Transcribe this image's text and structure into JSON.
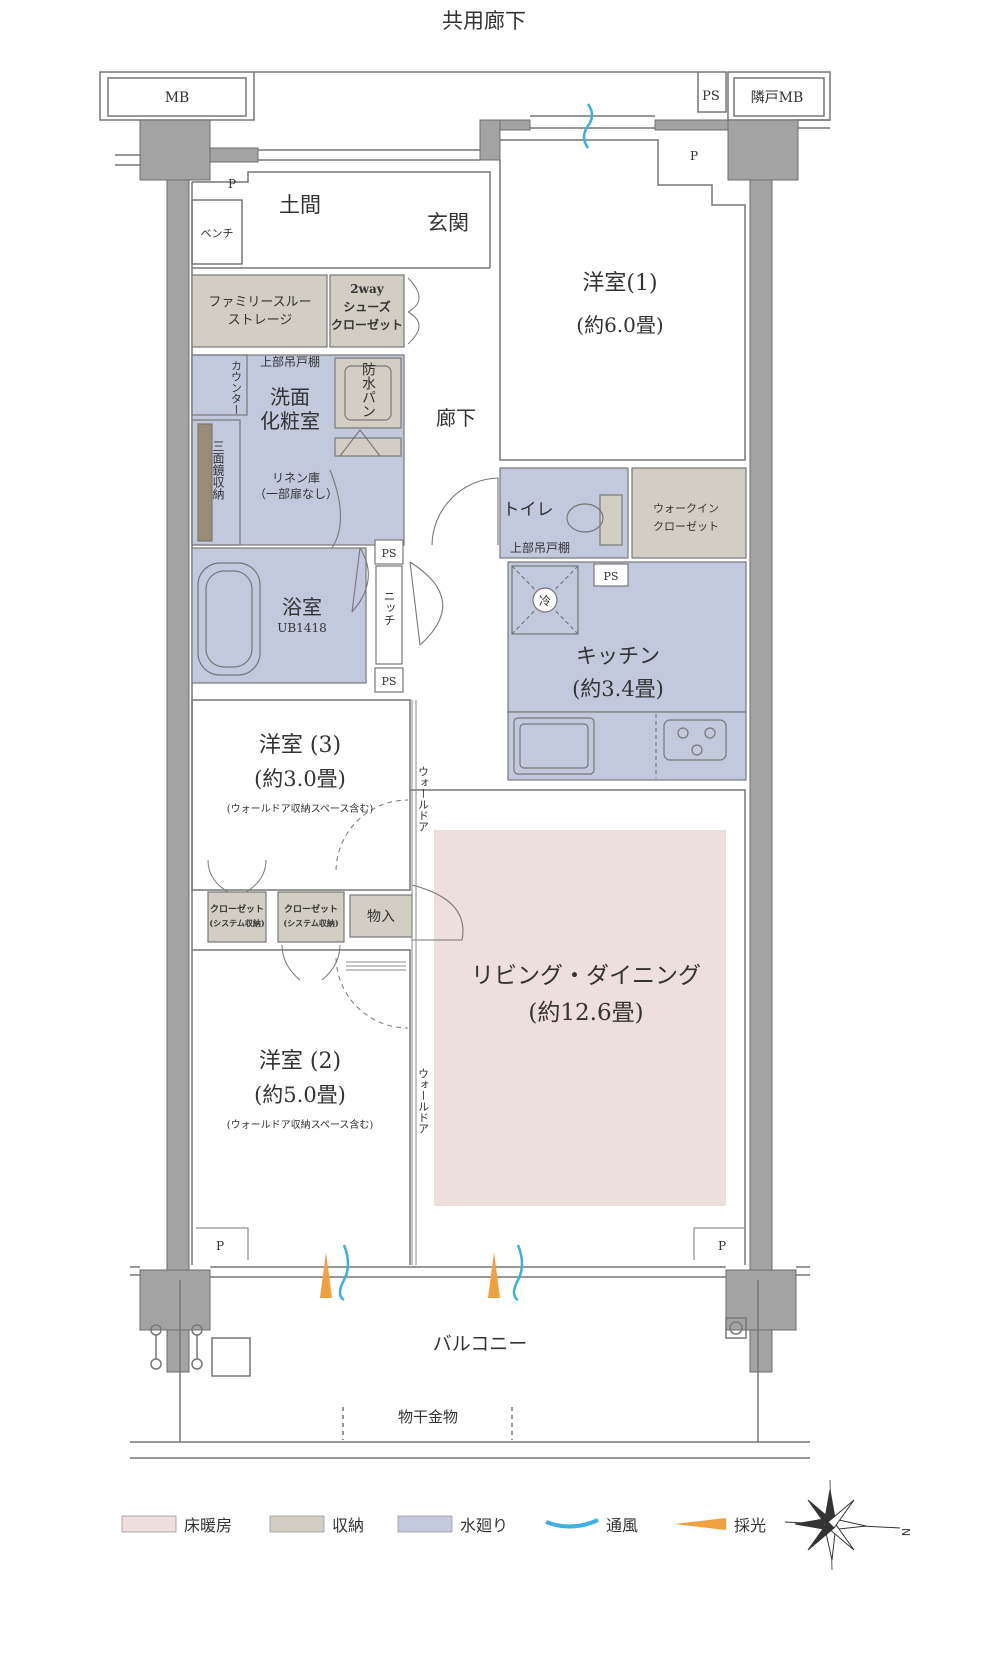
{
  "header": {
    "corridor": "共用廊下"
  },
  "fixtures": {
    "mb": "MB",
    "ps": "PS",
    "neighbor_mb": "隣戸MB",
    "p": "P",
    "cold": "冷"
  },
  "rooms": {
    "doma": "土間",
    "genkan": "玄関",
    "bench": "ベンチ",
    "family_storage_1": "ファミリースルー",
    "family_storage_2": "ストレージ",
    "shoe_closet_1": "2way",
    "shoe_closet_2": "シューズ",
    "shoe_closet_3": "クローゼット",
    "upper_shelf": "上部吊戸棚",
    "counter": "カウンター",
    "washroom_1": "洗面",
    "washroom_2": "化粧室",
    "waterproof_pan": "防水パン",
    "mirror_storage": "三面鏡収納",
    "linen_1": "リネン庫",
    "linen_2": "（一部扉なし）",
    "hallway": "廊下",
    "bath_1": "浴室",
    "bath_2": "UB1418",
    "niche": "ニッチ",
    "toilet": "トイレ",
    "toilet_shelf": "上部吊戸棚",
    "walkin_1": "ウォークイン",
    "walkin_2": "クローゼット",
    "western1_name": "洋室(1)",
    "western1_size": "(約6.0畳)",
    "kitchen_name": "キッチン",
    "kitchen_size": "(約3.4畳)",
    "western3_name": "洋室 (3)",
    "western3_size": "(約3.0畳)",
    "western3_note": "(ウォールドア収納スペース含む)",
    "wall_door": "ウォールドア",
    "closet_sys_1": "クローゼット",
    "closet_sys_2": "(システム収納)",
    "storage": "物入",
    "living_name": "リビング・ダイニング",
    "living_size": "(約12.6畳)",
    "western2_name": "洋室 (2)",
    "western2_size": "(約5.0畳)",
    "western2_note": "(ウォールドア収納スペース含む)",
    "balcony": "バルコニー",
    "drying_rack": "物干金物"
  },
  "legend": [
    {
      "label": "床暖房",
      "color": "#eddfdb"
    },
    {
      "label": "収納",
      "color": "#d3cec4"
    },
    {
      "label": "水廻り",
      "color": "#c3c9dc"
    },
    {
      "label": "通風",
      "color": "#3db0e0"
    },
    {
      "label": "採光",
      "color": "#f0a040"
    }
  ],
  "compass": {
    "north": "N"
  },
  "colors": {
    "wall": "#a3a3a3",
    "wall_stroke": "#6e6e6e",
    "line": "#777777"
  }
}
